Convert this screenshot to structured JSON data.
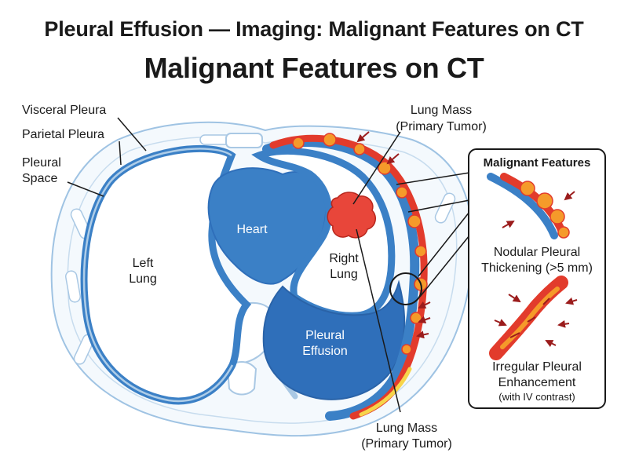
{
  "header": {
    "title": "Pleural Effusion — Imaging: Malignant Features on CT",
    "subtitle": "Malignant Features on CT"
  },
  "labels": {
    "visceral_pleura": "Visceral Pleura",
    "parietal_pleura": "Parietal Pleura",
    "pleural_space_1": "Pleural",
    "pleural_space_2": "Space",
    "heart": "Heart",
    "left_lung_1": "Left",
    "left_lung_2": "Lung",
    "right_lung_1": "Right",
    "right_lung_2": "Lung",
    "effusion_1": "Pleural",
    "effusion_2": "Effusion",
    "mass_top_1": "Lung Mass",
    "mass_top_2": "(Primary Tumor)",
    "mass_bottom_1": "Lung Mass",
    "mass_bottom_2": "(Primary Tumor)"
  },
  "inset": {
    "title": "Malignant Features",
    "feature1_1": "Nodular Pleural",
    "feature1_2": "Thickening (>5 mm)",
    "feature2_1": "Irregular Pleural",
    "feature2_2": "Enhancement",
    "feature2_3": "(with IV contrast)"
  },
  "colors": {
    "lung_blue": "#3b80c6",
    "effusion_blue": "#2f6fba",
    "pleura_light": "#aecde8",
    "tumor_red": "#e23b2c",
    "tumor_orange": "#f59a2a",
    "arrow_dark_red": "#9b1c1c"
  }
}
